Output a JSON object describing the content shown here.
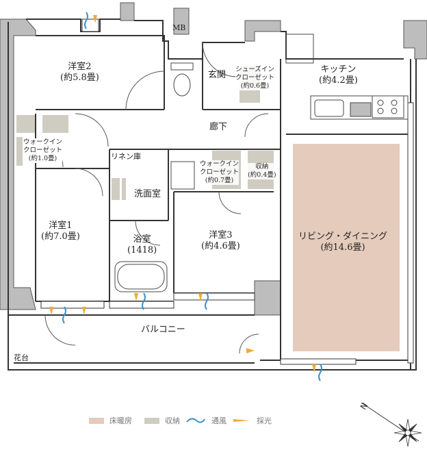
{
  "rooms": {
    "western2": {
      "name": "洋室2",
      "area": "(約5.8畳)"
    },
    "western1": {
      "name": "洋室1",
      "area": "(約7.0畳)"
    },
    "western3": {
      "name": "洋室3",
      "area": "(約4.6畳)"
    },
    "wic_left": {
      "name": "ウォークイン",
      "name2": "クローゼット",
      "area": "(約1.0畳)"
    },
    "wic_center": {
      "name": "ウォークイン",
      "name2": "クローゼット",
      "area": "(約0.7畳)"
    },
    "shoes": {
      "name": "シューズイン",
      "name2": "クローゼット",
      "area": "(約0.6畳)"
    },
    "storage": {
      "name": "収納",
      "area": "(約0.4畳)"
    },
    "kitchen": {
      "name": "キッチン",
      "area": "(約4.2畳)"
    },
    "living": {
      "name": "リビング・ダイニング",
      "area": "(約14.6畳)"
    },
    "entrance": "玄関",
    "hallway": "廊下",
    "linen": "リネン庫",
    "washroom": "洗面室",
    "bath": {
      "name": "浴室",
      "size": "(1418)"
    },
    "balcony": "バルコニー",
    "flowerbed": "花台",
    "mb": "MB"
  },
  "legend": {
    "floor_heating": {
      "label": "床暖房",
      "color": "#e4cbbb"
    },
    "storage": {
      "label": "収納",
      "color": "#cfccc2"
    },
    "ventilation": {
      "label": "通風",
      "color": "#3d8fc9"
    },
    "daylight": {
      "label": "採光",
      "color": "#efaa3a"
    }
  },
  "compass": {
    "north_label": "N"
  }
}
